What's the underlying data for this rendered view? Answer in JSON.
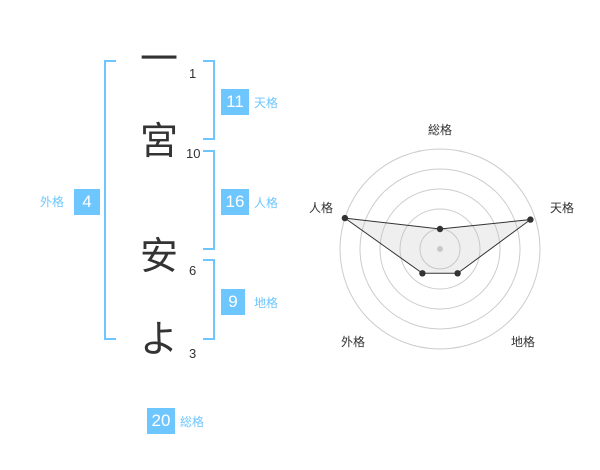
{
  "name": {
    "characters": [
      {
        "char": "一",
        "strokes": "1"
      },
      {
        "char": "宮",
        "strokes": "10"
      },
      {
        "char": "安",
        "strokes": "6"
      },
      {
        "char": "よ",
        "strokes": "3"
      }
    ]
  },
  "fortune": {
    "tenkaku": {
      "value": "11",
      "label": "天格"
    },
    "jinkaku": {
      "value": "16",
      "label": "人格"
    },
    "chikaku": {
      "value": "9",
      "label": "地格"
    },
    "gaikaku": {
      "value": "4",
      "label": "外格"
    },
    "soukaku": {
      "value": "20",
      "label": "総格"
    }
  },
  "colors": {
    "accent": "#6ec6ff",
    "text": "#333333",
    "grid": "#cccccc"
  },
  "chart_data": {
    "type": "radar",
    "axes": [
      "総格",
      "天格",
      "地格",
      "外格",
      "人格"
    ],
    "values": [
      0.2,
      0.95,
      0.3,
      0.3,
      1.0
    ],
    "rings": 5,
    "rmax": 1.0,
    "grid": true
  }
}
